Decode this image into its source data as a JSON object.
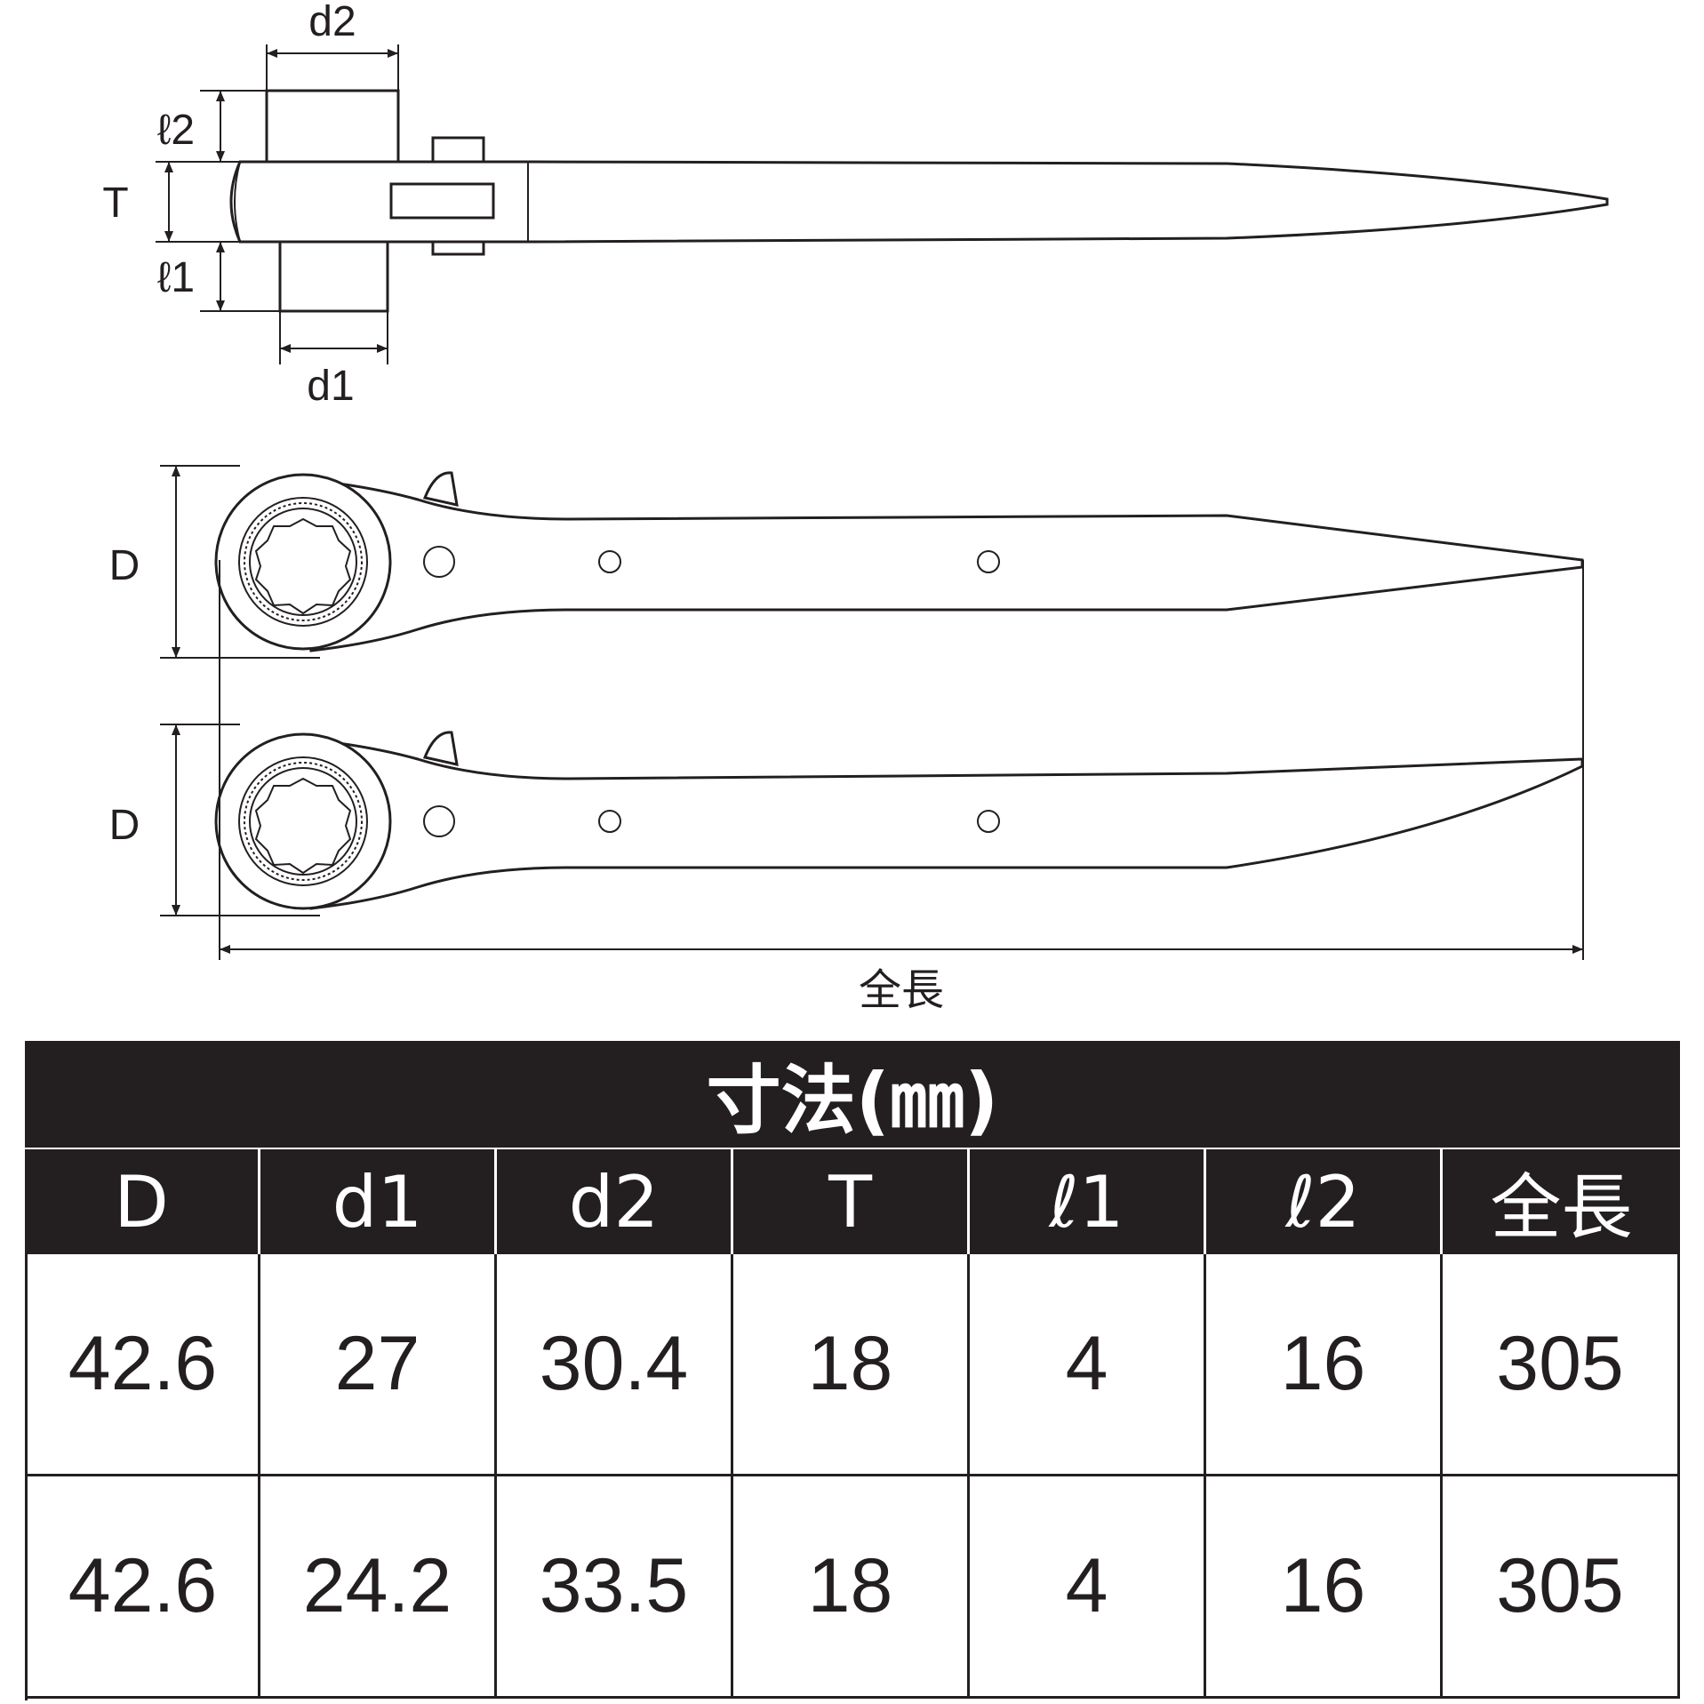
{
  "diagram": {
    "labels": {
      "d2": "d2",
      "l2": "ℓ2",
      "T": "T",
      "l1": "ℓ1",
      "d1": "d1",
      "D_top": "D",
      "D_bottom": "D",
      "overall_length": "全長"
    }
  },
  "table": {
    "title": "寸法(㎜)",
    "headers": [
      "D",
      "d1",
      "d2",
      "T",
      "ℓ1",
      "ℓ2",
      "全長"
    ],
    "rows": [
      [
        "42.6",
        "27",
        "30.4",
        "18",
        "4",
        "16",
        "305"
      ],
      [
        "42.6",
        "24.2",
        "33.5",
        "18",
        "4",
        "16",
        "305"
      ]
    ]
  }
}
